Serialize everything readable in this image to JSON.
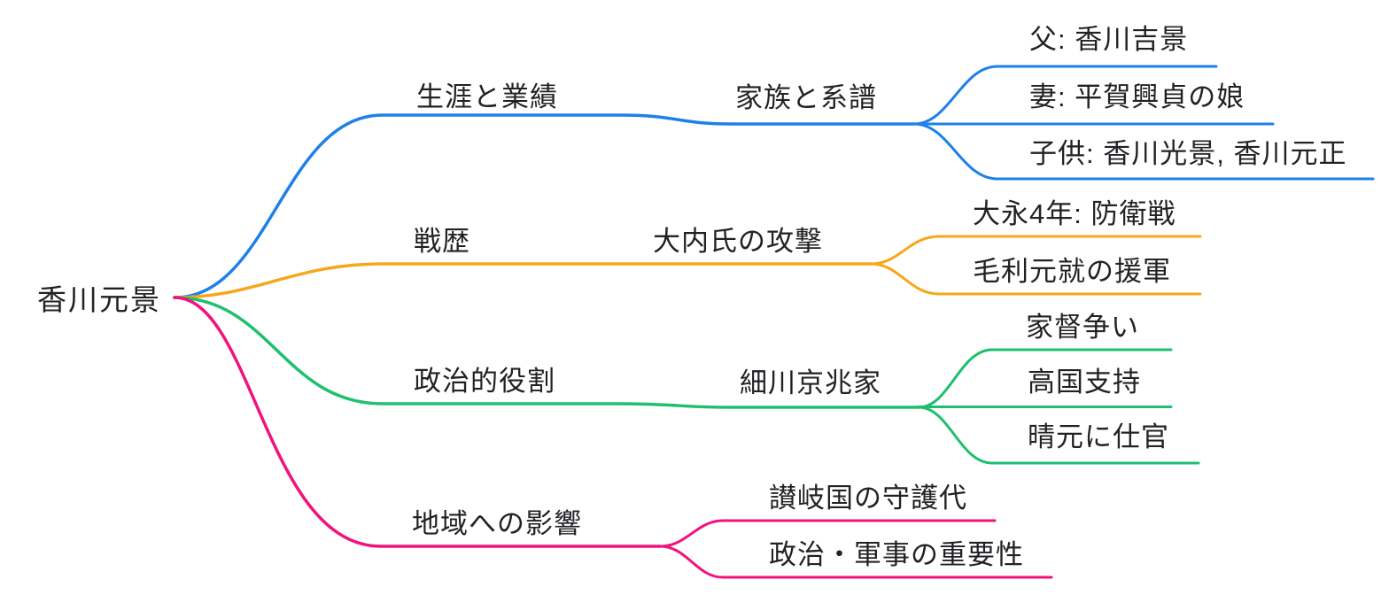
{
  "root": {
    "label": "香川元景"
  },
  "branches": [
    {
      "id": "life",
      "color": "#1E80E9",
      "node": "生涯と業績",
      "child": "家族と系譜",
      "leaves": [
        "父: 香川吉景",
        "妻: 平賀興貞の娘",
        "子供: 香川光景, 香川元正"
      ]
    },
    {
      "id": "battles",
      "color": "#F6A71B",
      "node": "戦歴",
      "child": "大内氏の攻撃",
      "leaves": [
        "大永4年: 防衛戦",
        "毛利元就の援軍"
      ]
    },
    {
      "id": "politics",
      "color": "#1FBF6F",
      "node": "政治的役割",
      "child": "細川京兆家",
      "leaves": [
        "家督争い",
        "高国支持",
        "晴元に仕官"
      ]
    },
    {
      "id": "regional",
      "color": "#F1127E",
      "node": "地域への影響",
      "leaves": [
        "讃岐国の守護代",
        "政治・軍事の重要性"
      ]
    }
  ]
}
